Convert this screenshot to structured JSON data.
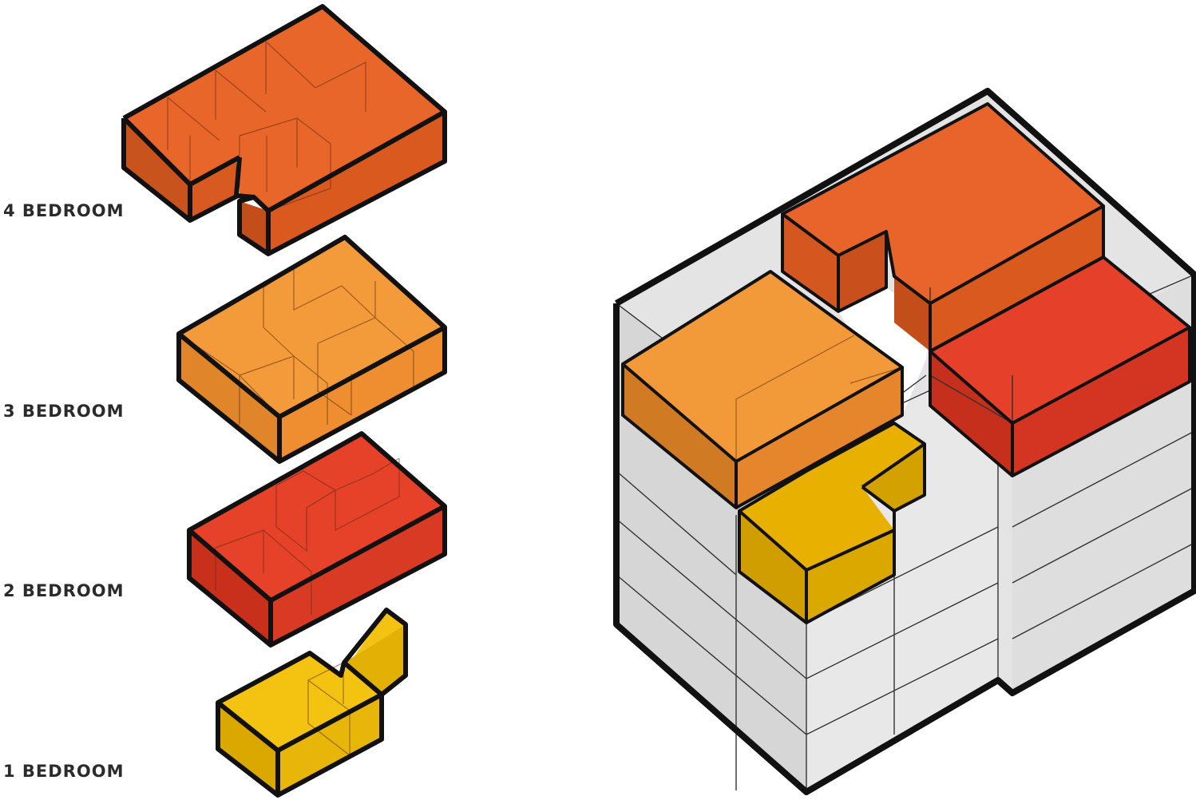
{
  "labels": {
    "four_bed": "4 BEDROOM",
    "three_bed": "3 BEDROOM",
    "two_bed": "2 BEDROOM",
    "one_bed": "1 BEDROOM"
  },
  "colors": {
    "four_bed": "#e2611f",
    "three_bed": "#f08f2c",
    "two_bed": "#de3a22",
    "one_bed": "#eab400",
    "building_glass": "#dcdcdc",
    "outline": "#111111"
  }
}
